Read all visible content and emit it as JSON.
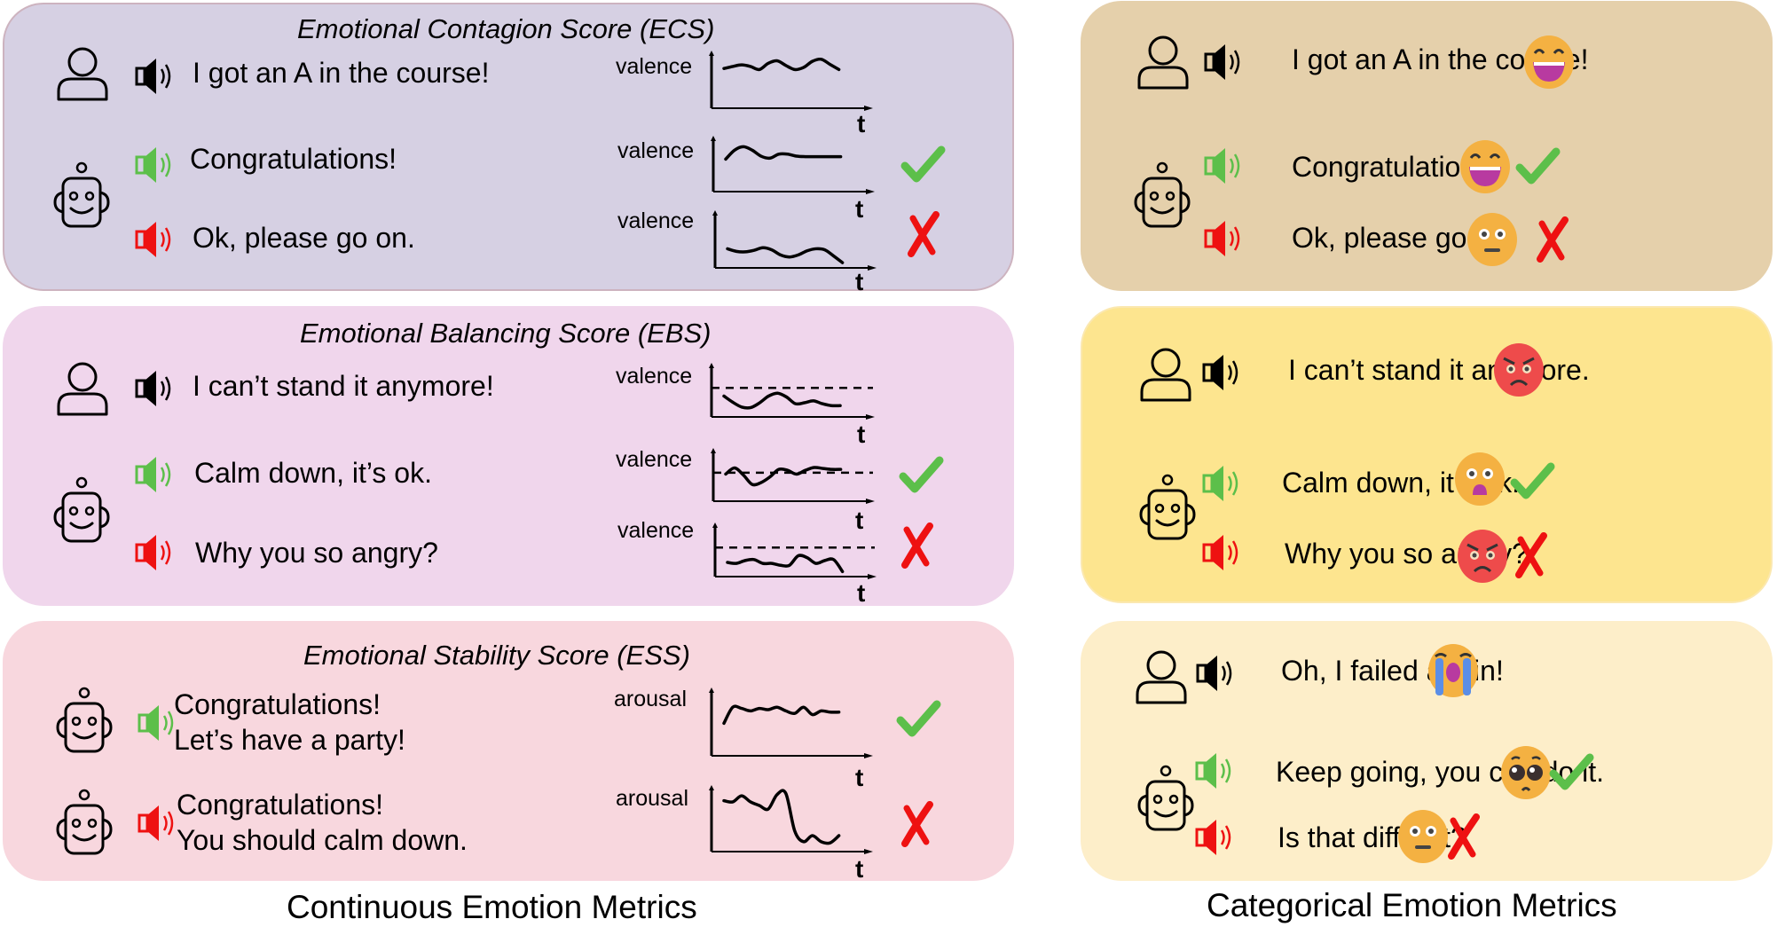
{
  "colors": {
    "ecs_bg": "#d6d0e3",
    "ebs_bg": "#f0d6ec",
    "ess_bg": "#f8d7de",
    "cat1_bg": "#e5d0ab",
    "cat2_bg": "#fde58f",
    "cat3_bg": "#fdeec9",
    "good": "#5cbf4a",
    "bad": "#ee1111",
    "neutral": "#000000"
  },
  "continuous": {
    "footer": "Continuous Emotion Metrics",
    "ecs": {
      "title": "Emotional Contagion Score (ECS)",
      "user": {
        "text": "I got an A in the course!",
        "speaker": "neutral"
      },
      "good": {
        "text": "Congratulations!",
        "speaker": "good",
        "verdict": "check"
      },
      "bad": {
        "text": "Ok, please go on.",
        "speaker": "bad",
        "verdict": "cross"
      },
      "axis_label": "valence",
      "time_label": "t"
    },
    "ebs": {
      "title": "Emotional Balancing Score (EBS)",
      "user": {
        "text": "I can’t stand it anymore!",
        "speaker": "neutral"
      },
      "good": {
        "text": "Calm down, it’s ok.",
        "speaker": "good",
        "verdict": "check"
      },
      "bad": {
        "text": "Why you so angry?",
        "speaker": "bad",
        "verdict": "cross"
      },
      "axis_label": "valence",
      "time_label": "t"
    },
    "ess": {
      "title": "Emotional Stability Score (ESS)",
      "good": {
        "line1": "Congratulations!",
        "line2": "Let’s have a party!",
        "speaker": "good",
        "verdict": "check"
      },
      "bad": {
        "line1": "Congratulations!",
        "line2": "You should calm down.",
        "speaker": "bad",
        "verdict": "cross"
      },
      "axis_label": "arousal",
      "time_label": "t"
    }
  },
  "categorical": {
    "footer": "Categorical Emotion Metrics",
    "panel1": {
      "user": {
        "text": "I got an A in the course!",
        "emoji": "grinning-face"
      },
      "good": {
        "text": "Congratulations!",
        "emoji": "grinning-face",
        "verdict": "check"
      },
      "bad": {
        "text": "Ok, please go on.",
        "emoji": "neutral-face",
        "verdict": "cross"
      }
    },
    "panel2": {
      "user": {
        "text": "I can’t stand it anymore.",
        "emoji": "angry-face"
      },
      "good": {
        "text": "Calm down, it’s ok.",
        "emoji": "shocked-face",
        "verdict": "check"
      },
      "bad": {
        "text": "Why you so angry?",
        "emoji": "angry-face",
        "verdict": "cross"
      }
    },
    "panel3": {
      "user": {
        "text": "Oh, I failed again!",
        "emoji": "crying-face"
      },
      "good": {
        "text": "Keep going, you can do it.",
        "emoji": "pleading-face",
        "verdict": "check"
      },
      "bad": {
        "text": "Is that difficult?",
        "emoji": "neutral-face",
        "verdict": "cross"
      }
    }
  },
  "chart_data": [
    {
      "id": "ecs-user",
      "type": "line",
      "ylabel": "valence",
      "xlabel": "t",
      "ylim": [
        0,
        1
      ],
      "values": [
        0.72,
        0.76,
        0.79,
        0.76,
        0.7,
        0.82,
        0.87,
        0.78,
        0.7,
        0.74,
        0.86,
        0.9,
        0.8,
        0.7
      ]
    },
    {
      "id": "ecs-good",
      "type": "line",
      "ylabel": "valence",
      "xlabel": "t",
      "ylim": [
        0,
        1
      ],
      "values": [
        0.6,
        0.78,
        0.85,
        0.78,
        0.66,
        0.62,
        0.7,
        0.7,
        0.66,
        0.65,
        0.65,
        0.65,
        0.65,
        0.65
      ]
    },
    {
      "id": "ecs-bad",
      "type": "line",
      "ylabel": "valence",
      "xlabel": "t",
      "ylim": [
        0,
        1
      ],
      "values": [
        0.32,
        0.27,
        0.26,
        0.29,
        0.34,
        0.3,
        0.2,
        0.16,
        0.2,
        0.28,
        0.32,
        0.3,
        0.18,
        0.05
      ]
    },
    {
      "id": "ebs-user",
      "type": "line",
      "ylabel": "valence",
      "xlabel": "t",
      "ylim": [
        0,
        1
      ],
      "reference": 0.55,
      "values": [
        0.38,
        0.25,
        0.15,
        0.14,
        0.24,
        0.38,
        0.44,
        0.36,
        0.22,
        0.24,
        0.28,
        0.22,
        0.18,
        0.18
      ]
    },
    {
      "id": "ebs-good",
      "type": "line",
      "ylabel": "valence",
      "xlabel": "t",
      "ylim": [
        0,
        1
      ],
      "reference": 0.55,
      "values": [
        0.52,
        0.65,
        0.5,
        0.3,
        0.34,
        0.46,
        0.62,
        0.6,
        0.52,
        0.6,
        0.66,
        0.64,
        0.62,
        0.62
      ]
    },
    {
      "id": "ebs-bad",
      "type": "line",
      "ylabel": "valence",
      "xlabel": "t",
      "ylim": [
        0,
        1
      ],
      "reference": 0.55,
      "values": [
        0.24,
        0.22,
        0.28,
        0.3,
        0.22,
        0.22,
        0.18,
        0.18,
        0.38,
        0.34,
        0.22,
        0.28,
        0.3,
        0.05
      ]
    },
    {
      "id": "ess-good",
      "type": "line",
      "ylabel": "arousal",
      "xlabel": "t",
      "ylim": [
        0,
        1
      ],
      "values": [
        0.48,
        0.74,
        0.72,
        0.68,
        0.72,
        0.7,
        0.74,
        0.68,
        0.64,
        0.74,
        0.62,
        0.68,
        0.66,
        0.66
      ]
    },
    {
      "id": "ess-bad",
      "type": "line",
      "ylabel": "arousal",
      "xlabel": "t",
      "ylim": [
        0,
        1
      ],
      "values": [
        0.8,
        0.78,
        0.88,
        0.78,
        0.72,
        0.66,
        0.9,
        0.92,
        0.3,
        0.12,
        0.22,
        0.12,
        0.1,
        0.22
      ]
    }
  ]
}
